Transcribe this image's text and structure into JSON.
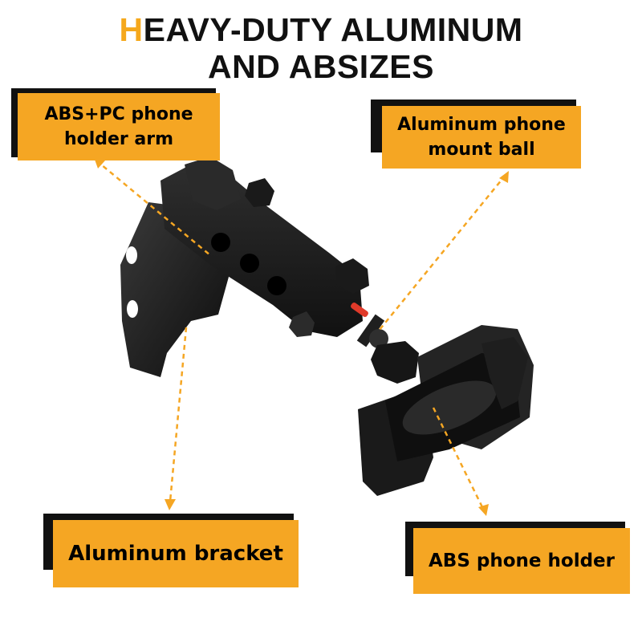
{
  "title": {
    "accent_letter": "H",
    "line1_rest": "EAVY-DUTY ALUMINUM",
    "line2": "AND ABSIZES"
  },
  "callouts": {
    "arm": {
      "line1": "ABS+PC phone",
      "line2": "holder arm"
    },
    "ball": {
      "line1": "Aluminum phone",
      "line2": "mount ball"
    },
    "bracket": {
      "label": "Aluminum bracket"
    },
    "holder": {
      "label": "ABS phone holder"
    }
  },
  "colors": {
    "accent": "#f5a81c",
    "callout_fill": "#f5a623",
    "callout_shadow": "#111111",
    "product": "#1c1c1c"
  },
  "icons": [
    "phone-mount-product-illustration"
  ]
}
